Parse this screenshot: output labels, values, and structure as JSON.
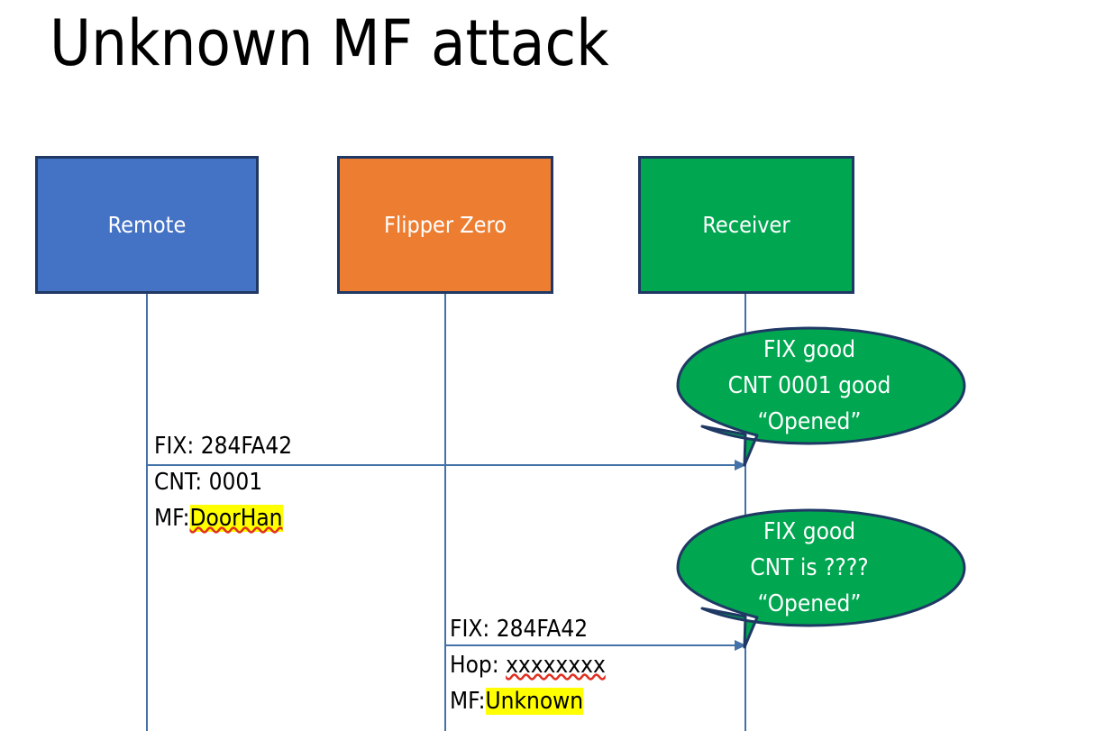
{
  "slide": {
    "title": "Unknown MF attack",
    "background_color": "#FFFFFF"
  },
  "colors": {
    "remote_fill": "#4472C4",
    "flipper_fill": "#ED7D31",
    "receiver_fill": "#00A650",
    "box_border": "#1F3864",
    "lifeline": "#4472A8",
    "arrow": "#4472A8",
    "highlight": "#FFFF00",
    "spellcheck_underline": "#E03020",
    "bubble_fill": "#00A650",
    "bubble_border": "#1F3864",
    "bubble_text": "#FFFFFF",
    "body_text": "#000000"
  },
  "actors": [
    {
      "id": "remote",
      "label": "Remote"
    },
    {
      "id": "flipper",
      "label": "Flipper Zero"
    },
    {
      "id": "receiver",
      "label": "Receiver"
    }
  ],
  "messages": [
    {
      "id": "msg-1",
      "from": "remote",
      "to": "receiver",
      "lines": [
        {
          "label": "FIX:",
          "value": "284FA42",
          "highlight": false,
          "spellcheck": false
        },
        {
          "label": "CNT:",
          "value": "0001",
          "highlight": false,
          "spellcheck": false
        },
        {
          "label": "MF:",
          "value": "DoorHan",
          "highlight": true,
          "spellcheck": true
        }
      ]
    },
    {
      "id": "msg-2",
      "from": "flipper",
      "to": "receiver",
      "lines": [
        {
          "label": "FIX:",
          "value": "284FA42",
          "highlight": false,
          "spellcheck": false
        },
        {
          "label": "Hop:",
          "value": "xxxxxxxx",
          "highlight": false,
          "spellcheck": true
        },
        {
          "label": "MF:",
          "value": "Unknown",
          "highlight": true,
          "spellcheck": false
        }
      ]
    }
  ],
  "bubbles": [
    {
      "id": "bubble-1",
      "lines": [
        "FIX good",
        "CNT 0001 good",
        "“Opened”"
      ]
    },
    {
      "id": "bubble-2",
      "lines": [
        "FIX good",
        "CNT is ????",
        "“Opened”"
      ]
    }
  ]
}
